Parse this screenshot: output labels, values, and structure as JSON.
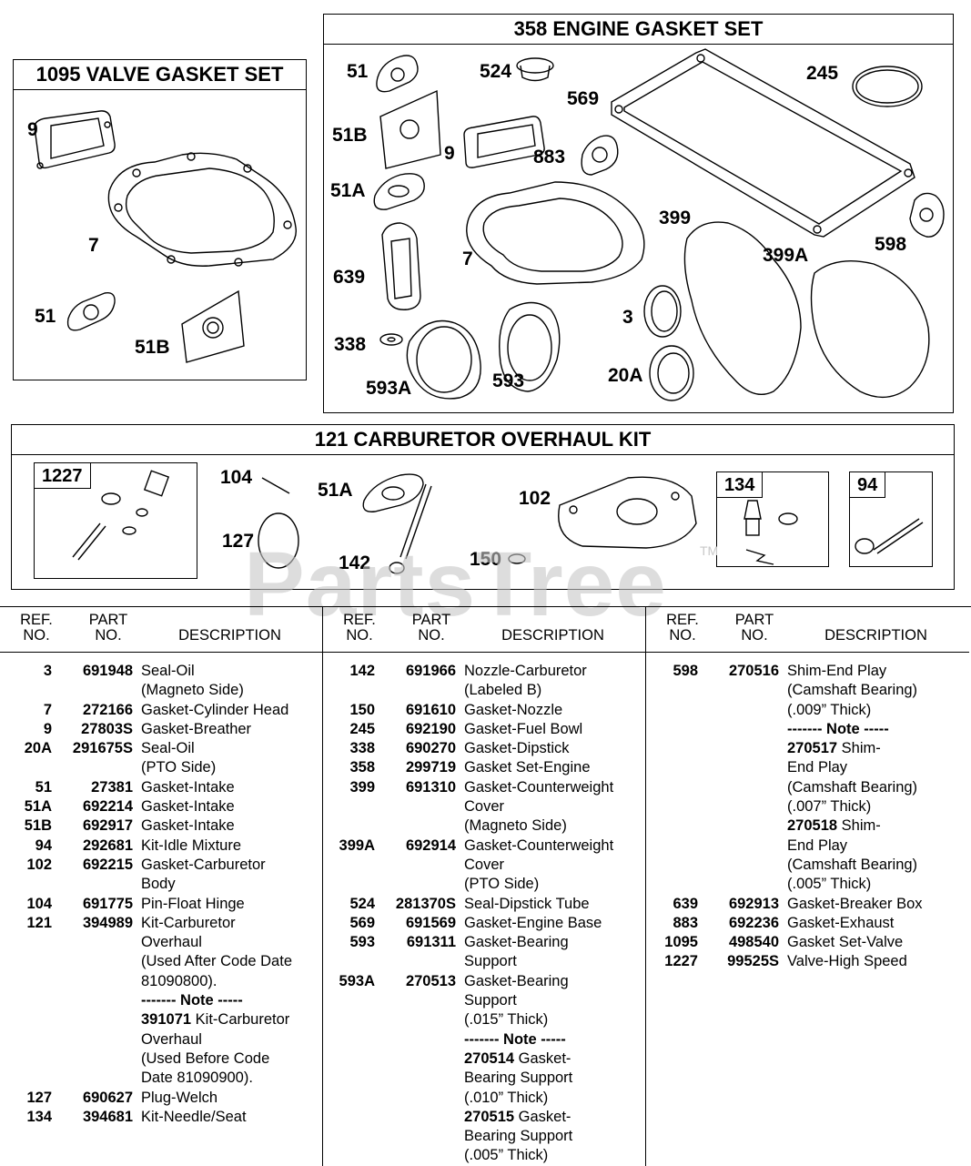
{
  "panels": {
    "valve": {
      "title": "1095 VALVE  GASKET SET"
    },
    "engine": {
      "title": "358 ENGINE GASKET SET"
    },
    "carb": {
      "title": "121 CARBURETOR OVERHAUL KIT"
    }
  },
  "callouts": {
    "valve": [
      "9",
      "7",
      "51",
      "51B"
    ],
    "engine": [
      "51",
      "524",
      "569",
      "245",
      "51B",
      "9",
      "883",
      "51A",
      "7",
      "399",
      "399A",
      "598",
      "639",
      "3",
      "338",
      "20A",
      "593A",
      "593"
    ],
    "carb": [
      "104",
      "51A",
      "102",
      "127",
      "142",
      "150"
    ]
  },
  "subkits": {
    "k1227": "1227",
    "k134": "134",
    "k94": "94"
  },
  "watermark": {
    "text": "PartsTree",
    "tm": "TM"
  },
  "table": {
    "headers": {
      "ref1": "REF.",
      "ref2": "NO.",
      "part1": "PART",
      "part2": "NO.",
      "desc": "DESCRIPTION"
    },
    "columns": [
      [
        {
          "ref": "3",
          "part": "691948",
          "desc": "Seal-Oil"
        },
        {
          "ref": "",
          "part": "",
          "desc": "(Magneto Side)"
        },
        {
          "ref": "7",
          "part": "272166",
          "desc": "Gasket-Cylinder Head"
        },
        {
          "ref": "9",
          "part": "27803S",
          "desc": "Gasket-Breather"
        },
        {
          "ref": "20A",
          "part": "291675S",
          "desc": "Seal-Oil"
        },
        {
          "ref": "",
          "part": "",
          "desc": "(PTO Side)"
        },
        {
          "ref": "51",
          "part": "27381",
          "desc": "Gasket-Intake"
        },
        {
          "ref": "51A",
          "part": "692214",
          "desc": "Gasket-Intake"
        },
        {
          "ref": "51B",
          "part": "692917",
          "desc": "Gasket-Intake"
        },
        {
          "ref": "94",
          "part": "292681",
          "desc": "Kit-Idle Mixture"
        },
        {
          "ref": "102",
          "part": "692215",
          "desc": "Gasket-Carburetor"
        },
        {
          "ref": "",
          "part": "",
          "desc": "Body"
        },
        {
          "ref": "104",
          "part": "691775",
          "desc": "Pin-Float Hinge"
        },
        {
          "ref": "121",
          "part": "394989",
          "desc": "Kit-Carburetor"
        },
        {
          "ref": "",
          "part": "",
          "desc": "Overhaul"
        },
        {
          "ref": "",
          "part": "",
          "desc": "(Used After Code Date"
        },
        {
          "ref": "",
          "part": "",
          "desc": "81090800)."
        },
        {
          "ref": "",
          "part": "",
          "desc": "",
          "note": "------- Note -----"
        },
        {
          "ref": "",
          "part": "",
          "desc": " Kit-Carburetor",
          "bold": "391071"
        },
        {
          "ref": "",
          "part": "",
          "desc": "Overhaul"
        },
        {
          "ref": "",
          "part": "",
          "desc": "(Used Before Code"
        },
        {
          "ref": "",
          "part": "",
          "desc": "Date 81090900)."
        },
        {
          "ref": "127",
          "part": "690627",
          "desc": "Plug-Welch"
        },
        {
          "ref": "134",
          "part": "394681",
          "desc": "Kit-Needle/Seat"
        }
      ],
      [
        {
          "ref": "142",
          "part": "691966",
          "desc": "Nozzle-Carburetor"
        },
        {
          "ref": "",
          "part": "",
          "desc": "(Labeled B)"
        },
        {
          "ref": "150",
          "part": "691610",
          "desc": "Gasket-Nozzle"
        },
        {
          "ref": "245",
          "part": "692190",
          "desc": "Gasket-Fuel Bowl"
        },
        {
          "ref": "338",
          "part": "690270",
          "desc": "Gasket-Dipstick"
        },
        {
          "ref": "358",
          "part": "299719",
          "desc": "Gasket Set-Engine"
        },
        {
          "ref": "399",
          "part": "691310",
          "desc": "Gasket-Counterweight"
        },
        {
          "ref": "",
          "part": "",
          "desc": "Cover"
        },
        {
          "ref": "",
          "part": "",
          "desc": "(Magneto Side)"
        },
        {
          "ref": "399A",
          "part": "692914",
          "desc": "Gasket-Counterweight"
        },
        {
          "ref": "",
          "part": "",
          "desc": "Cover"
        },
        {
          "ref": "",
          "part": "",
          "desc": "(PTO Side)"
        },
        {
          "ref": "524",
          "part": "281370S",
          "desc": "Seal-Dipstick Tube"
        },
        {
          "ref": "569",
          "part": "691569",
          "desc": "Gasket-Engine Base"
        },
        {
          "ref": "593",
          "part": "691311",
          "desc": "Gasket-Bearing"
        },
        {
          "ref": "",
          "part": "",
          "desc": "Support"
        },
        {
          "ref": "593A",
          "part": "270513",
          "desc": "Gasket-Bearing"
        },
        {
          "ref": "",
          "part": "",
          "desc": "Support"
        },
        {
          "ref": "",
          "part": "",
          "desc": "(.015” Thick)"
        },
        {
          "ref": "",
          "part": "",
          "desc": "",
          "note": "------- Note -----"
        },
        {
          "ref": "",
          "part": "",
          "desc": " Gasket-",
          "bold": "270514"
        },
        {
          "ref": "",
          "part": "",
          "desc": "Bearing Support"
        },
        {
          "ref": "",
          "part": "",
          "desc": "(.010” Thick)"
        },
        {
          "ref": "",
          "part": "",
          "desc": " Gasket-",
          "bold": "270515"
        },
        {
          "ref": "",
          "part": "",
          "desc": "Bearing Support"
        },
        {
          "ref": "",
          "part": "",
          "desc": "(.005” Thick)"
        }
      ],
      [
        {
          "ref": "598",
          "part": "270516",
          "desc": "Shim-End Play"
        },
        {
          "ref": "",
          "part": "",
          "desc": "(Camshaft Bearing)"
        },
        {
          "ref": "",
          "part": "",
          "desc": "(.009” Thick)"
        },
        {
          "ref": "",
          "part": "",
          "desc": "",
          "note": "------- Note -----"
        },
        {
          "ref": "",
          "part": "",
          "desc": " Shim-",
          "bold": "270517"
        },
        {
          "ref": "",
          "part": "",
          "desc": "End Play"
        },
        {
          "ref": "",
          "part": "",
          "desc": "(Camshaft Bearing)"
        },
        {
          "ref": "",
          "part": "",
          "desc": "(.007” Thick)"
        },
        {
          "ref": "",
          "part": "",
          "desc": " Shim-",
          "bold": "270518"
        },
        {
          "ref": "",
          "part": "",
          "desc": "End Play"
        },
        {
          "ref": "",
          "part": "",
          "desc": "(Camshaft Bearing)"
        },
        {
          "ref": "",
          "part": "",
          "desc": "(.005” Thick)"
        },
        {
          "ref": "639",
          "part": "692913",
          "desc": "Gasket-Breaker Box"
        },
        {
          "ref": "883",
          "part": "692236",
          "desc": "Gasket-Exhaust"
        },
        {
          "ref": "1095",
          "part": "498540",
          "desc": "Gasket Set-Valve"
        },
        {
          "ref": "1227",
          "part": "99525S",
          "desc": "Valve-High Speed"
        }
      ]
    ]
  }
}
